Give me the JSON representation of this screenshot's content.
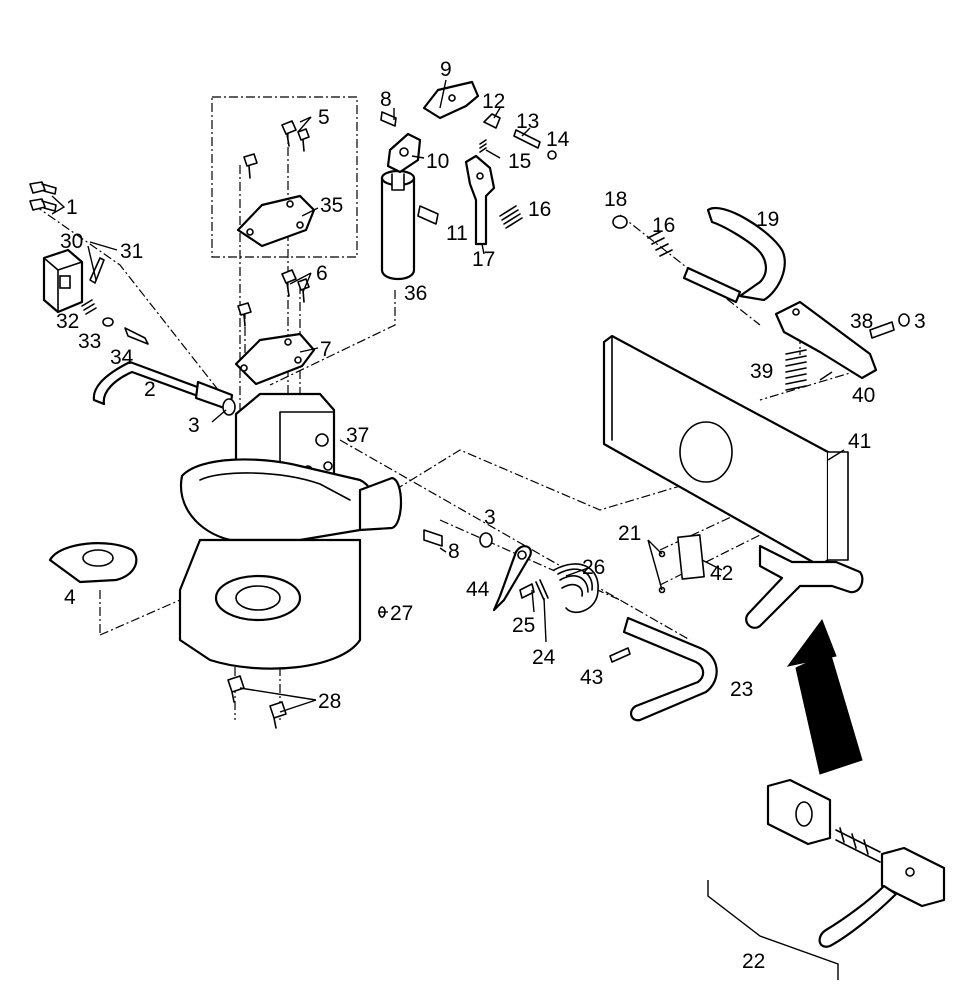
{
  "diagram": {
    "callouts": {
      "c1": "1",
      "c2": "2",
      "c3a": "3",
      "c3b": "3",
      "c3c": "3",
      "c4": "4",
      "c5": "5",
      "c6": "6",
      "c7": "7",
      "c8a": "8",
      "c8b": "8",
      "c9": "9",
      "c10": "10",
      "c11": "11",
      "c12": "12",
      "c13": "13",
      "c14": "14",
      "c15": "15",
      "c16a": "16",
      "c16b": "16",
      "c17": "17",
      "c18": "18",
      "c19": "19",
      "c21": "21",
      "c22": "22",
      "c23": "23",
      "c24": "24",
      "c25": "25",
      "c26": "26",
      "c27": "27",
      "c28": "28",
      "c30": "30",
      "c31": "31",
      "c32": "32",
      "c33": "33",
      "c34": "34",
      "c35": "35",
      "c36": "36",
      "c37": "37",
      "c38": "38",
      "c39": "39",
      "c40": "40",
      "c41": "41",
      "c42": "42",
      "c43": "43",
      "c44": "44"
    },
    "colors": {
      "line": "#000000",
      "background": "#ffffff"
    }
  }
}
